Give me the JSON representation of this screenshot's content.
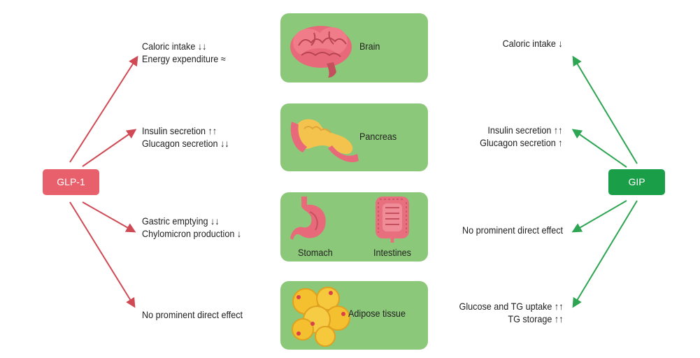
{
  "colors": {
    "glp1": "#e8606b",
    "gip": "#1a9e48",
    "glp1_arrow": "#d04a55",
    "gip_arrow": "#2ea552",
    "box_green": "#8cc879"
  },
  "hormones": {
    "left": {
      "label": "GLP-1"
    },
    "right": {
      "label": "GIP"
    }
  },
  "organs": {
    "brain": {
      "label": "Brain",
      "icon": "brain-icon"
    },
    "pancreas": {
      "label": "Pancreas",
      "icon": "pancreas-icon"
    },
    "stomach": {
      "label": "Stomach",
      "icon": "stomach-icon"
    },
    "intestines": {
      "label": "Intestines",
      "icon": "intestines-icon"
    },
    "adipose": {
      "label": "Adipose tissue",
      "icon": "fat-cells-icon"
    }
  },
  "glp1_effects": {
    "brain": [
      "Caloric intake ↓↓",
      "Energy expenditure ≈"
    ],
    "pancreas": [
      "Insulin secretion ↑↑",
      "Glucagon secretion ↓↓"
    ],
    "gut": [
      "Gastric emptying ↓↓",
      "Chylomicron production ↓"
    ],
    "adipose": [
      "No prominent direct effect"
    ]
  },
  "gip_effects": {
    "brain": [
      "Caloric intake ↓"
    ],
    "pancreas": [
      "Insulin secretion ↑↑",
      "Glucagon secretion ↑"
    ],
    "gut": [
      "No prominent direct effect"
    ],
    "adipose": [
      "Glucose and TG uptake ↑↑",
      "TG storage ↑↑"
    ]
  }
}
